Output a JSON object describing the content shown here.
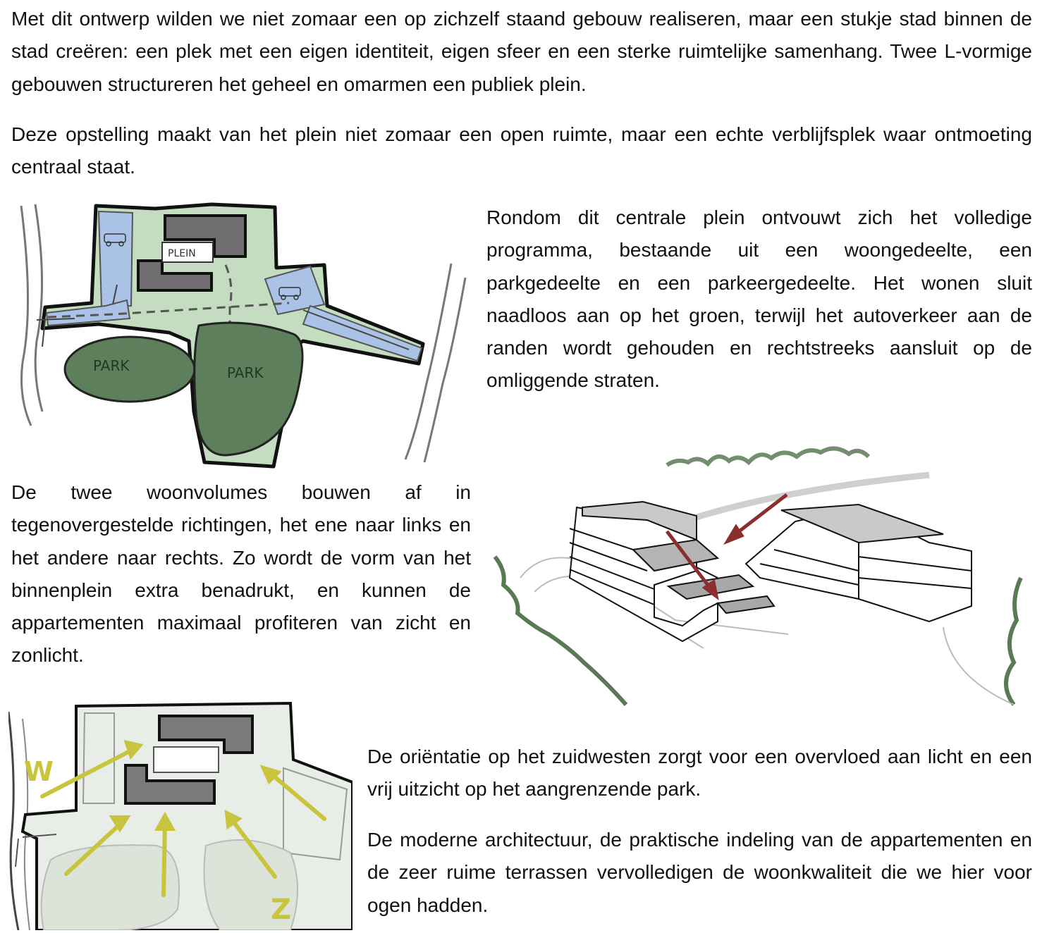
{
  "paragraphs": {
    "intro": "Met dit ontwerp wilden we niet zomaar een op zichzelf staand gebouw realiseren, maar een stukje stad binnen de stad creëren: een plek met een eigen identiteit, eigen sfeer en een sterke ruimtelijke samenhang. Twee L-vormige gebouwen structureren het geheel en omarmen een publiek plein.",
    "square": "Deze opstelling maakt van het plein niet zomaar een open ruimte, maar een echte verblijfsplek waar ontmoeting centraal staat.",
    "program": "Rondom dit centrale plein ontvouwt zich het volledige programma, bestaande uit een woongedeelte, een parkgedeelte en een parkeergedeelte. Het wonen sluit naadloos aan op het groen, terwijl het autoverkeer aan de randen wordt gehouden en rechtstreeks aansluit op de omliggende straten.",
    "volumes": "De twee woonvolumes bouwen af in tegenovergestelde richtingen, het ene naar links en het andere naar rechts. Zo wordt de vorm van het binnenplein extra benadrukt, en kunnen de appartementen maximaal profiteren van zicht en zonlicht.",
    "orientation": "De oriëntatie op het zuidwesten zorgt voor een overvloed aan licht en een vrij uitzicht op het aangrenzende park.",
    "architecture": "De moderne architectuur, de praktische indeling van de appartementen en de zeer ruime terrassen vervolledigen de woonkwaliteit die we hier voor ogen hadden."
  },
  "sitemap_labels": {
    "plein": "PLEIN",
    "park_left": "PARK",
    "park_right": "PARK"
  },
  "orientation_labels": {
    "west": "W",
    "south": "Z"
  },
  "colors": {
    "site_green": "#c4dcbf",
    "park_green": "#5e7f5c",
    "parking_blue": "#a9c2e6",
    "building_grey": "#6f6f6f",
    "arrow_red": "#8b2e2e",
    "arrow_yellow": "#c8c43e",
    "tree_green": "#5a7a55"
  }
}
